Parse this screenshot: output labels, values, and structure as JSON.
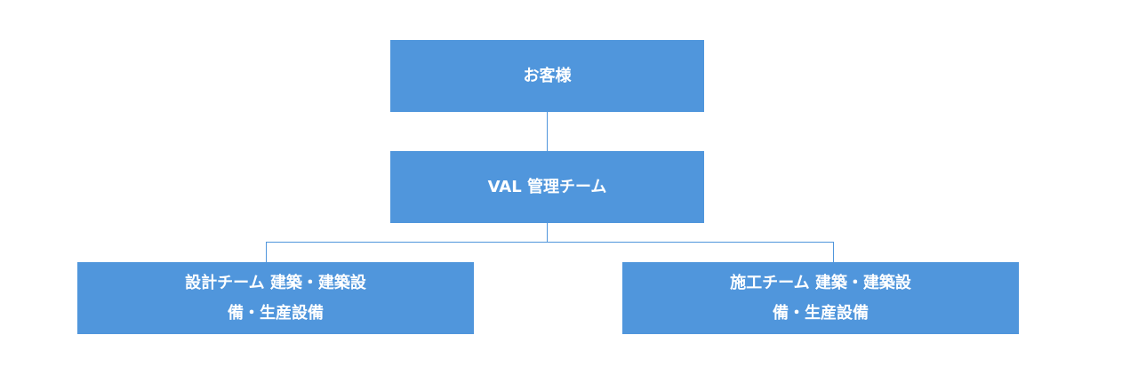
{
  "org_chart": {
    "top": {
      "label": "お客様"
    },
    "middle": {
      "label": "VAL 管理チーム"
    },
    "left": {
      "line1": "設計チーム 建築・建築設",
      "line2": "備・生産設備"
    },
    "right": {
      "line1": "施工チーム 建築・建築設",
      "line2": "備・生産設備"
    }
  },
  "colors": {
    "box_fill": "#5096dc",
    "box_text": "#ffffff",
    "connector": "#5096dc"
  }
}
